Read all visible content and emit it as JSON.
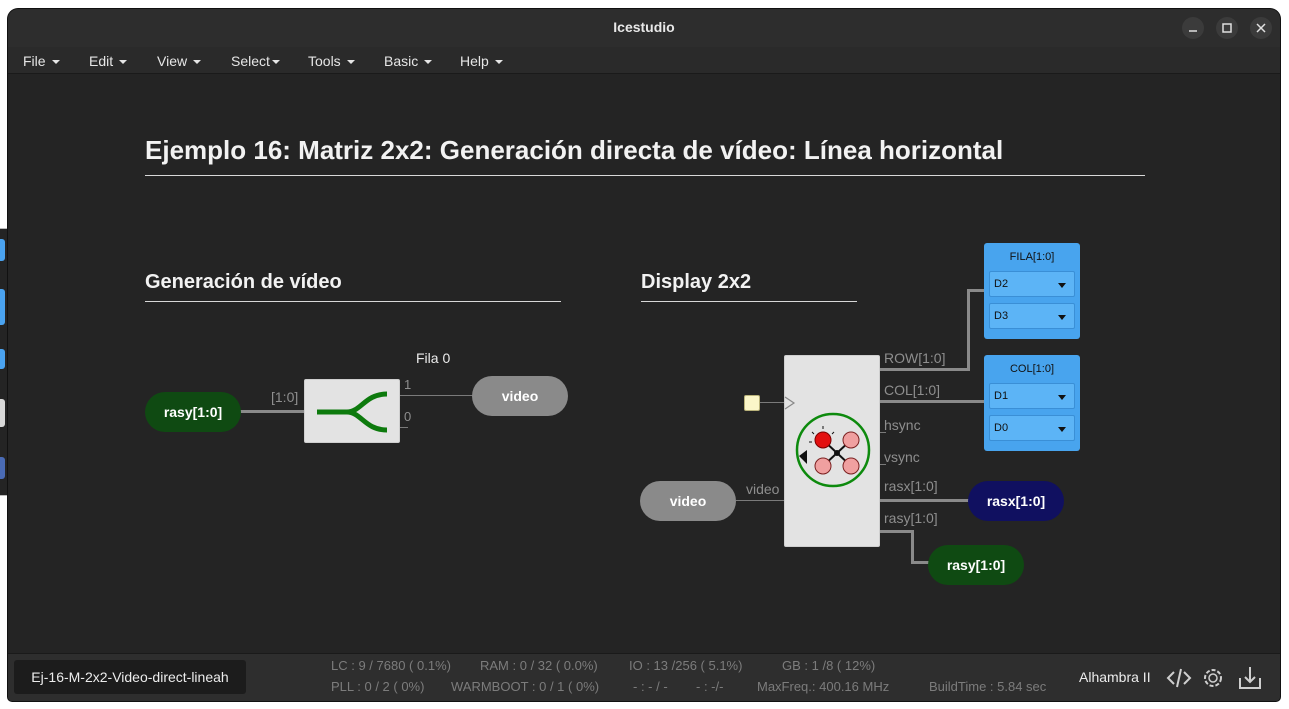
{
  "window": {
    "title": "Icestudio"
  },
  "menu": [
    {
      "label": "File"
    },
    {
      "label": "Edit"
    },
    {
      "label": "View"
    },
    {
      "label": "Select"
    },
    {
      "label": "Tools"
    },
    {
      "label": "Basic"
    },
    {
      "label": "Help"
    }
  ],
  "canvas": {
    "main_title": "Ejemplo 16: Matriz 2x2: Generación directa de vídeo: Línea horizontal",
    "section_left": "Generación de vídeo",
    "section_right": "Display 2x2",
    "left_group": {
      "input_pill": "rasy[1:0]",
      "bus_label": "[1:0]",
      "fila_label": "Fila 0",
      "out1_label": "1",
      "out0_label": "0",
      "output_pill": "video"
    },
    "right_group": {
      "video_pill": "video",
      "video_port": "video",
      "ports": {
        "row": "ROW[1:0]",
        "col": "COL[1:0]",
        "hsync": "hsync",
        "vsync": "vsync",
        "rasx": "rasx[1:0]",
        "rasy": "rasy[1:0]"
      },
      "fila_panel": {
        "title": "FILA[1:0]",
        "sel1": "D2",
        "sel2": "D3"
      },
      "col_panel": {
        "title": "COL[1:0]",
        "sel1": "D1",
        "sel2": "D0"
      },
      "rasx_pill": "rasx[1:0]",
      "rasy_pill": "rasy[1:0]"
    }
  },
  "status": {
    "project": "Ej-16-M-2x2-Video-direct-lineah",
    "lc": "LC : 9 / 7680 ( 0.1%)",
    "ram": "RAM : 0 / 32 ( 0.0%)",
    "io": "IO : 13 /256 ( 5.1%)",
    "gb": "GB : 1 /8 ( 12%)",
    "pll": "PLL : 0 / 2 ( 0%)",
    "warmboot": "WARMBOOT : 0 / 1 ( 0%)",
    "dash1": "- : - / -",
    "dash2": "- : -/-",
    "maxfreq": "MaxFreq.: 400.16 MHz",
    "buildtime": "BuildTime : 5.84 sec",
    "board": "Alhambra II"
  },
  "colors": {
    "window_bg": "#242424",
    "green_pill": "#0f4a12",
    "gray_pill": "#8a8a8a",
    "navy_pill": "#101060",
    "panel_blue": "#48a4ee",
    "block_bg": "#e3e3e3",
    "splitter_green": "#0d7a0d"
  },
  "icons": [
    "minimize-icon",
    "maximize-icon",
    "close-icon",
    "code-icon",
    "gear-icon",
    "download-icon"
  ]
}
